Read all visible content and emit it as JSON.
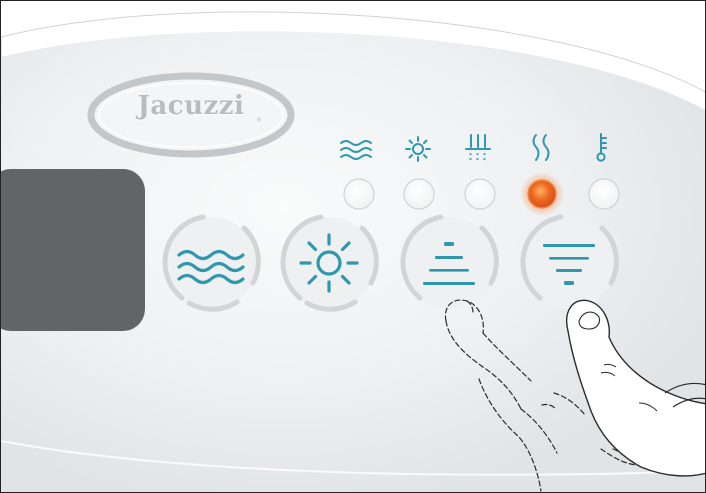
{
  "brand": {
    "name": "Jacuzzi",
    "registered_mark": "®"
  },
  "indicators": [
    {
      "id": "jets",
      "icon": "waves-icon",
      "lit": false
    },
    {
      "id": "light",
      "icon": "sun-icon",
      "lit": false
    },
    {
      "id": "blower",
      "icon": "blower-icon",
      "lit": false
    },
    {
      "id": "heater",
      "icon": "heat-icon",
      "lit": true
    },
    {
      "id": "temperature",
      "icon": "thermometer-icon",
      "lit": false
    }
  ],
  "buttons": [
    {
      "id": "jets",
      "icon": "waves-icon"
    },
    {
      "id": "light",
      "icon": "sun-icon"
    },
    {
      "id": "temp-up",
      "icon": "temp-up-icon"
    },
    {
      "id": "temp-down",
      "icon": "temp-down-icon"
    }
  ],
  "colors": {
    "accent": "#2f98ac",
    "indicator_on": "#e8621c",
    "display": "#636466",
    "panel": "#edeff1"
  }
}
